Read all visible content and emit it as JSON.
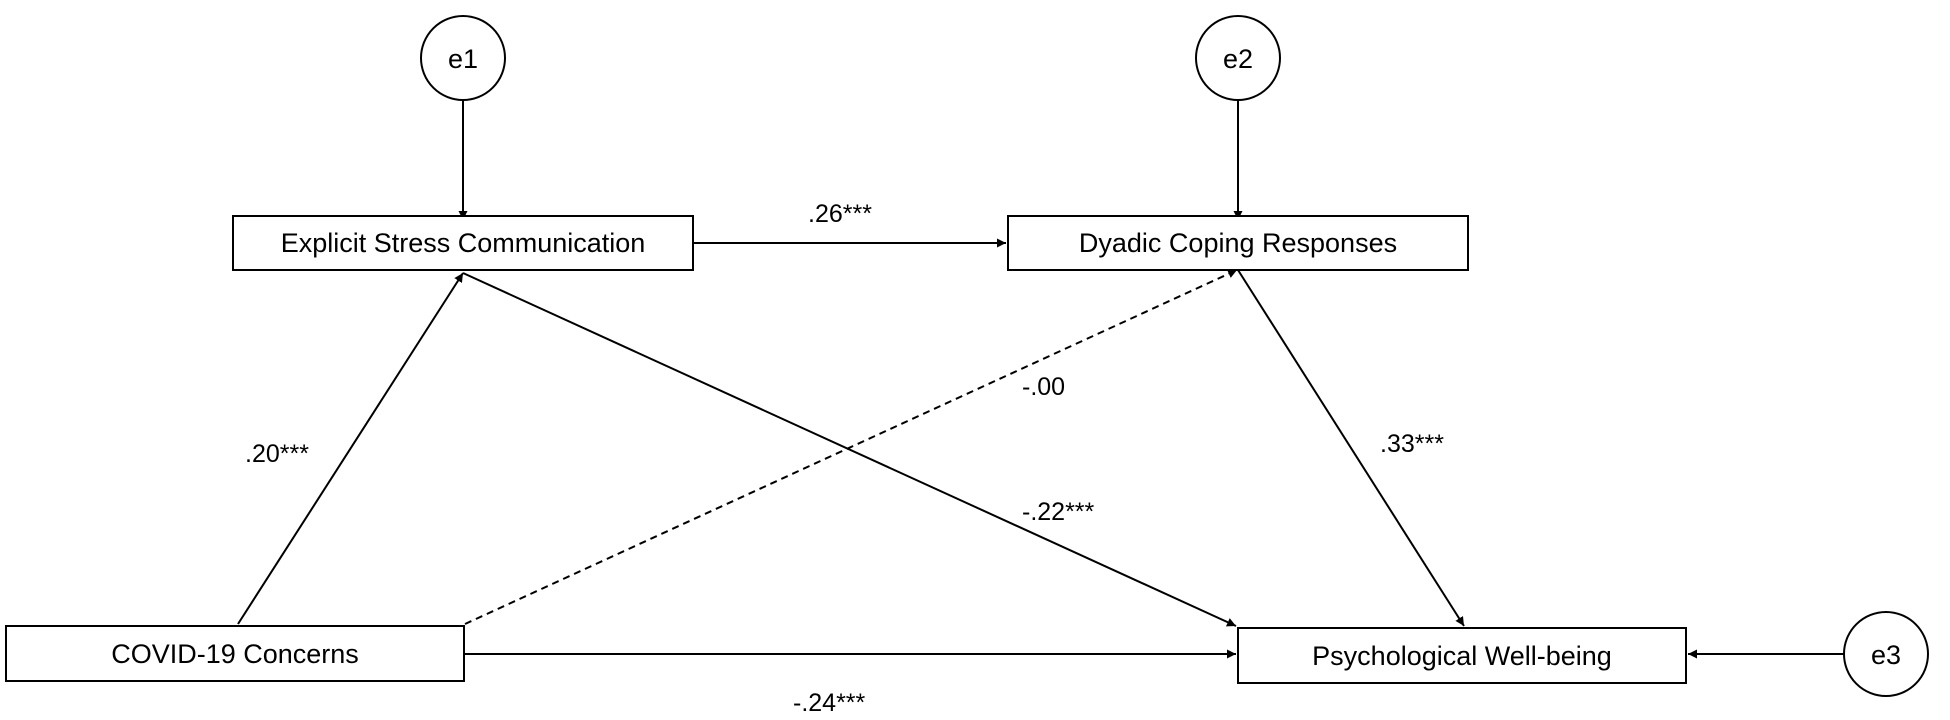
{
  "nodes": {
    "explicit_stress": "Explicit Stress Communication",
    "dyadic_coping": "Dyadic Coping Responses",
    "covid_concerns": "COVID-19 Concerns",
    "wellbeing": "Psychological Well-being"
  },
  "errors": {
    "e1": "e1",
    "e2": "e2",
    "e3": "e3"
  },
  "coefficients": {
    "esc_to_dcr": ".26***",
    "covid_to_esc": ".20***",
    "covid_to_dcr": "-.00",
    "dcr_to_pwb": ".33***",
    "esc_to_pwb": "-.22***",
    "covid_to_pwb": "-.24***"
  },
  "styles": {
    "line_color": "#000000",
    "background": "#ffffff",
    "nonsignificant_path": "dashed"
  }
}
